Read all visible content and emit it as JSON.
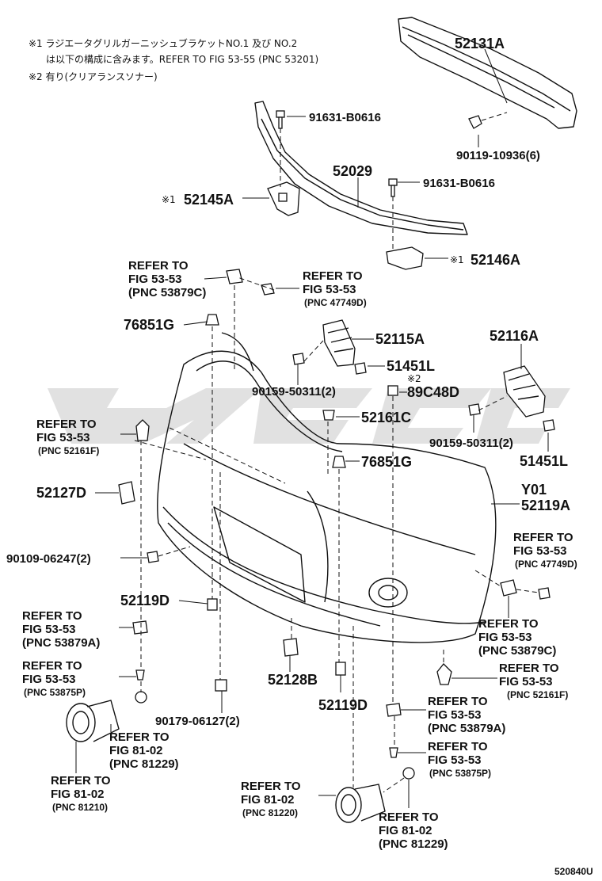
{
  "notes": {
    "note1_line1": "※1 ラジエータグリルガーニッシュブラケットNO.1 及び NO.2",
    "note1_line2": "は以下の構成に含みます。REFER TO FIG 53-55 (PNC 53201)",
    "note2": "※2 有り(クリアランスソナー)"
  },
  "labels": {
    "p52131A": "52131A",
    "p91631_top": "91631-B0616",
    "p90119": "90119-10936(6)",
    "p52029": "52029",
    "p91631_mid": "91631-B0616",
    "star1_a": "※1",
    "p52145A": "52145A",
    "star1_b": "※1",
    "p52146A": "52146A",
    "ref_a_1": "REFER TO",
    "ref_a_2": "FIG 53-53",
    "ref_a_3": "(PNC 53879C)",
    "ref_b_1": "REFER TO",
    "ref_b_2": "FIG 53-53",
    "ref_b_3": "(PNC 47749D)",
    "p76851G_top": "76851G",
    "p52115A": "52115A",
    "p52116A": "52116A",
    "p51451L_a": "51451L",
    "star2": "※2",
    "p89C48D": "89C48D",
    "p90159_a": "90159-50311(2)",
    "p52161C": "52161C",
    "p90159_b": "90159-50311(2)",
    "p51451L_b": "51451L",
    "ref_c_1": "REFER TO",
    "ref_c_2": "FIG 53-53",
    "ref_c_3": "(PNC 52161F)",
    "p76851G_mid": "76851G",
    "p52127D": "52127D",
    "pY01": "Y01",
    "p52119A": "52119A",
    "ref_d_1": "REFER TO",
    "ref_d_2": "FIG 53-53",
    "ref_d_3": "(PNC 47749D)",
    "p90109": "90109-06247(2)",
    "p52119D_a": "52119D",
    "ref_e_1": "REFER TO",
    "ref_e_2": "FIG 53-53",
    "ref_e_3": "(PNC 53879A)",
    "ref_f_1": "REFER TO",
    "ref_f_2": "FIG 53-53",
    "ref_f_3": "(PNC 53879C)",
    "ref_g_1": "REFER TO",
    "ref_g_2": "FIG 53-53",
    "ref_g_3": "(PNC 53875P)",
    "p52128B": "52128B",
    "ref_h_1": "REFER TO",
    "ref_h_2": "FIG 53-53",
    "ref_h_3": "(PNC 52161F)",
    "p52119D_b": "52119D",
    "ref_i_1": "REFER TO",
    "ref_i_2": "FIG 53-53",
    "ref_i_3": "(PNC 53879A)",
    "ref_j_1": "REFER TO",
    "ref_j_2": "FIG 81-02",
    "ref_j_3": "(PNC 81229)",
    "p90179": "90179-06127(2)",
    "ref_k_1": "REFER TO",
    "ref_k_2": "FIG 53-53",
    "ref_k_3": "(PNC 53875P)",
    "ref_l_1": "REFER TO",
    "ref_l_2": "FIG 81-02",
    "ref_l_3": "(PNC 81210)",
    "ref_m_1": "REFER TO",
    "ref_m_2": "FIG 81-02",
    "ref_m_3": "(PNC 81220)",
    "ref_n_1": "REFER TO",
    "ref_n_2": "FIG 81-02",
    "ref_n_3": "(PNC 81229)",
    "figure_code": "520840U"
  }
}
